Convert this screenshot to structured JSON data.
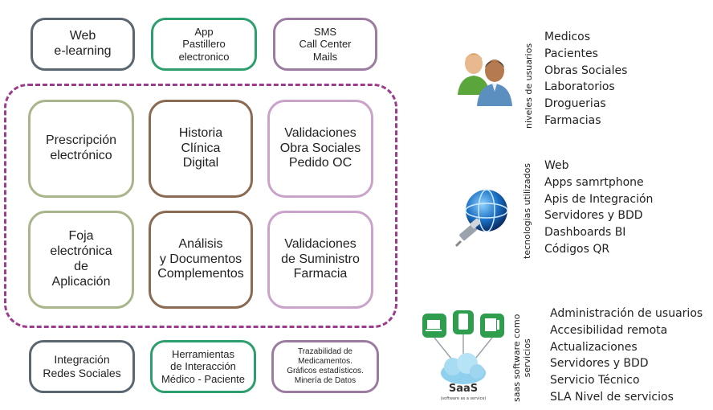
{
  "top_row": [
    {
      "text": "Web\ne-learning",
      "color": "#5a6670"
    },
    {
      "text": "App\nPastillero\nelectronico",
      "color": "#2e9e6e"
    },
    {
      "text": "SMS\nCall Center\nMails",
      "color": "#9b7ba0"
    }
  ],
  "core": [
    {
      "text": "Prescripción\nelectrónico",
      "color": "#a8b58a"
    },
    {
      "text": "Historia\nClínica\nDigital",
      "color": "#8a6a52"
    },
    {
      "text": "Validaciones\nObra Sociales\nPedido OC",
      "color": "#c9a3c9"
    },
    {
      "text": "Foja\nelectrónica\nde\nAplicación",
      "color": "#a8b58a"
    },
    {
      "text": "Análisis\ny Documentos\nComplementos",
      "color": "#8a6a52"
    },
    {
      "text": "Validaciones\nde Suministro\nFarmacia",
      "color": "#c9a3c9"
    }
  ],
  "bottom_row": [
    {
      "text": "Integración\nRedes Sociales",
      "color": "#5a6670"
    },
    {
      "text": "Herramientas\nde Interacción\nMédico - Paciente",
      "color": "#2e9e6e"
    },
    {
      "text": "Trazabilidad de\nMedicamentos.\nGráficos estadísticos.\nMinería de Datos",
      "color": "#9b7ba0"
    }
  ],
  "sections": {
    "usuarios": {
      "label": "niveles de usuarios",
      "icon": "users-icon",
      "items": [
        "Medicos",
        "Pacientes",
        "Obras Sociales",
        "Laboratorios",
        "Droguerias",
        "Farmacias"
      ]
    },
    "tecnologias": {
      "label": "tecnologias utilizados",
      "icon": "network-globe-icon",
      "items": [
        "Web",
        "Apps samrtphone",
        "Apis de Integración",
        "Servidores y BDD",
        "Dashboards BI",
        "Códigos QR"
      ]
    },
    "saas": {
      "label": "saas software como\nservicios",
      "icon": "saas-cloud-icon",
      "icon_title": "SaaS",
      "icon_subtitle": "(software as a service)",
      "items": [
        "Administración de usuarios",
        "Accesibilidad remota",
        "Actualizaciones",
        "Servidores y BDD",
        "Servicio Técnico",
        "SLA Nivel de servicios"
      ]
    }
  }
}
